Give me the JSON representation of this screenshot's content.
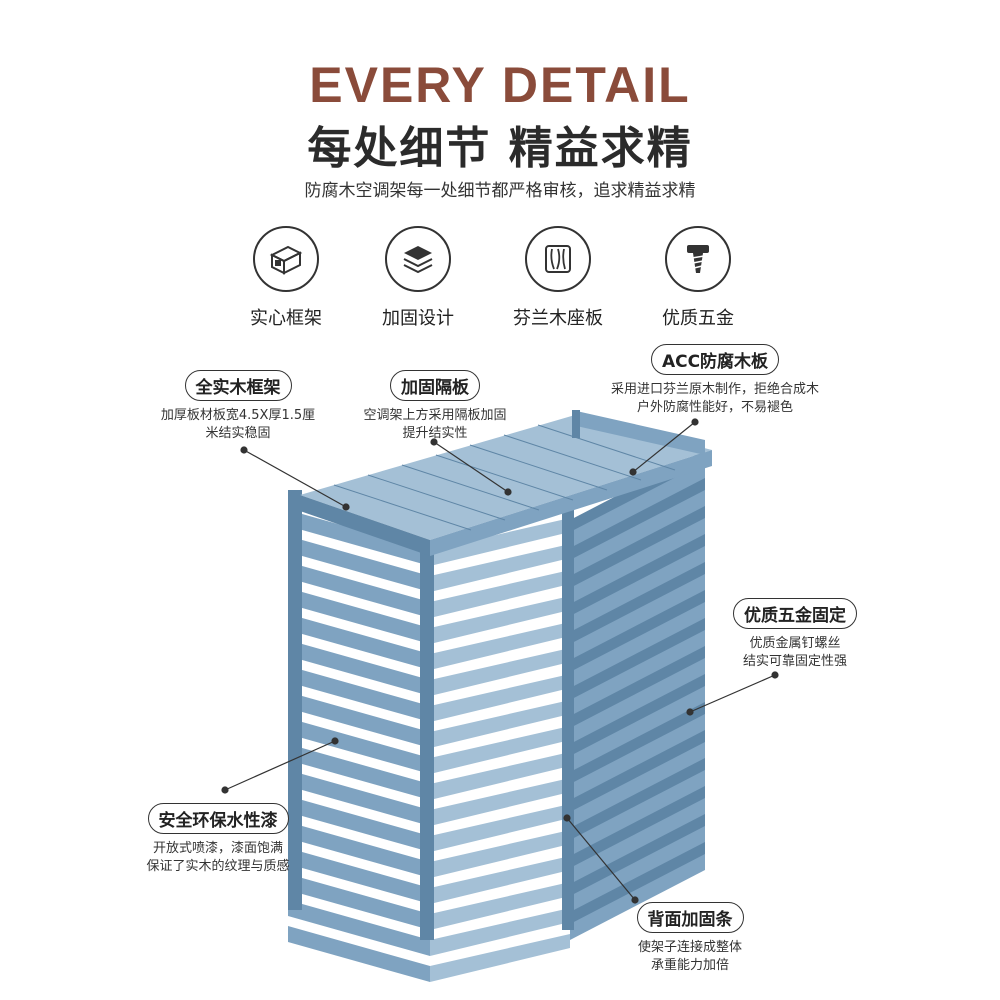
{
  "header": {
    "title_en": "EVERY DETAIL",
    "title_zh": "每处细节 精益求精",
    "subtitle": "防腐木空调架每一处细节都严格审核，追求精益求精"
  },
  "features": [
    {
      "icon": "solid-frame-icon",
      "label": "实心框架"
    },
    {
      "icon": "layers-icon",
      "label": "加固设计"
    },
    {
      "icon": "wood-board-icon",
      "label": "芬兰木座板"
    },
    {
      "icon": "screw-icon",
      "label": "优质五金"
    }
  ],
  "callouts": {
    "solid_frame": {
      "title": "全实木框架",
      "line1": "加厚板材板宽4.5X厚1.5厘",
      "line2": "米结实稳固"
    },
    "partition": {
      "title": "加固隔板",
      "line1": "空调架上方采用隔板加固",
      "line2": "提升结实性"
    },
    "acc_board": {
      "title": "ACC防腐木板",
      "line1": "采用进口芬兰原木制作，拒绝合成木",
      "line2": "户外防腐性能好，不易褪色"
    },
    "hardware": {
      "title": "优质五金固定",
      "line1": "优质金属钉螺丝",
      "line2": "结实可靠固定性强"
    },
    "paint": {
      "title": "安全环保水性漆",
      "line1": "开放式喷漆，漆面饱满",
      "line2": "保证了实木的纹理与质感"
    },
    "back_strip": {
      "title": "背面加固条",
      "line1": "使架子连接成整体",
      "line2": "承重能力加倍"
    }
  },
  "colors": {
    "accent": "#8a4b3a",
    "wood_blue": "#7fa3c1",
    "wood_blue_dark": "#5f86a6",
    "wood_blue_light": "#a4c0d6"
  }
}
